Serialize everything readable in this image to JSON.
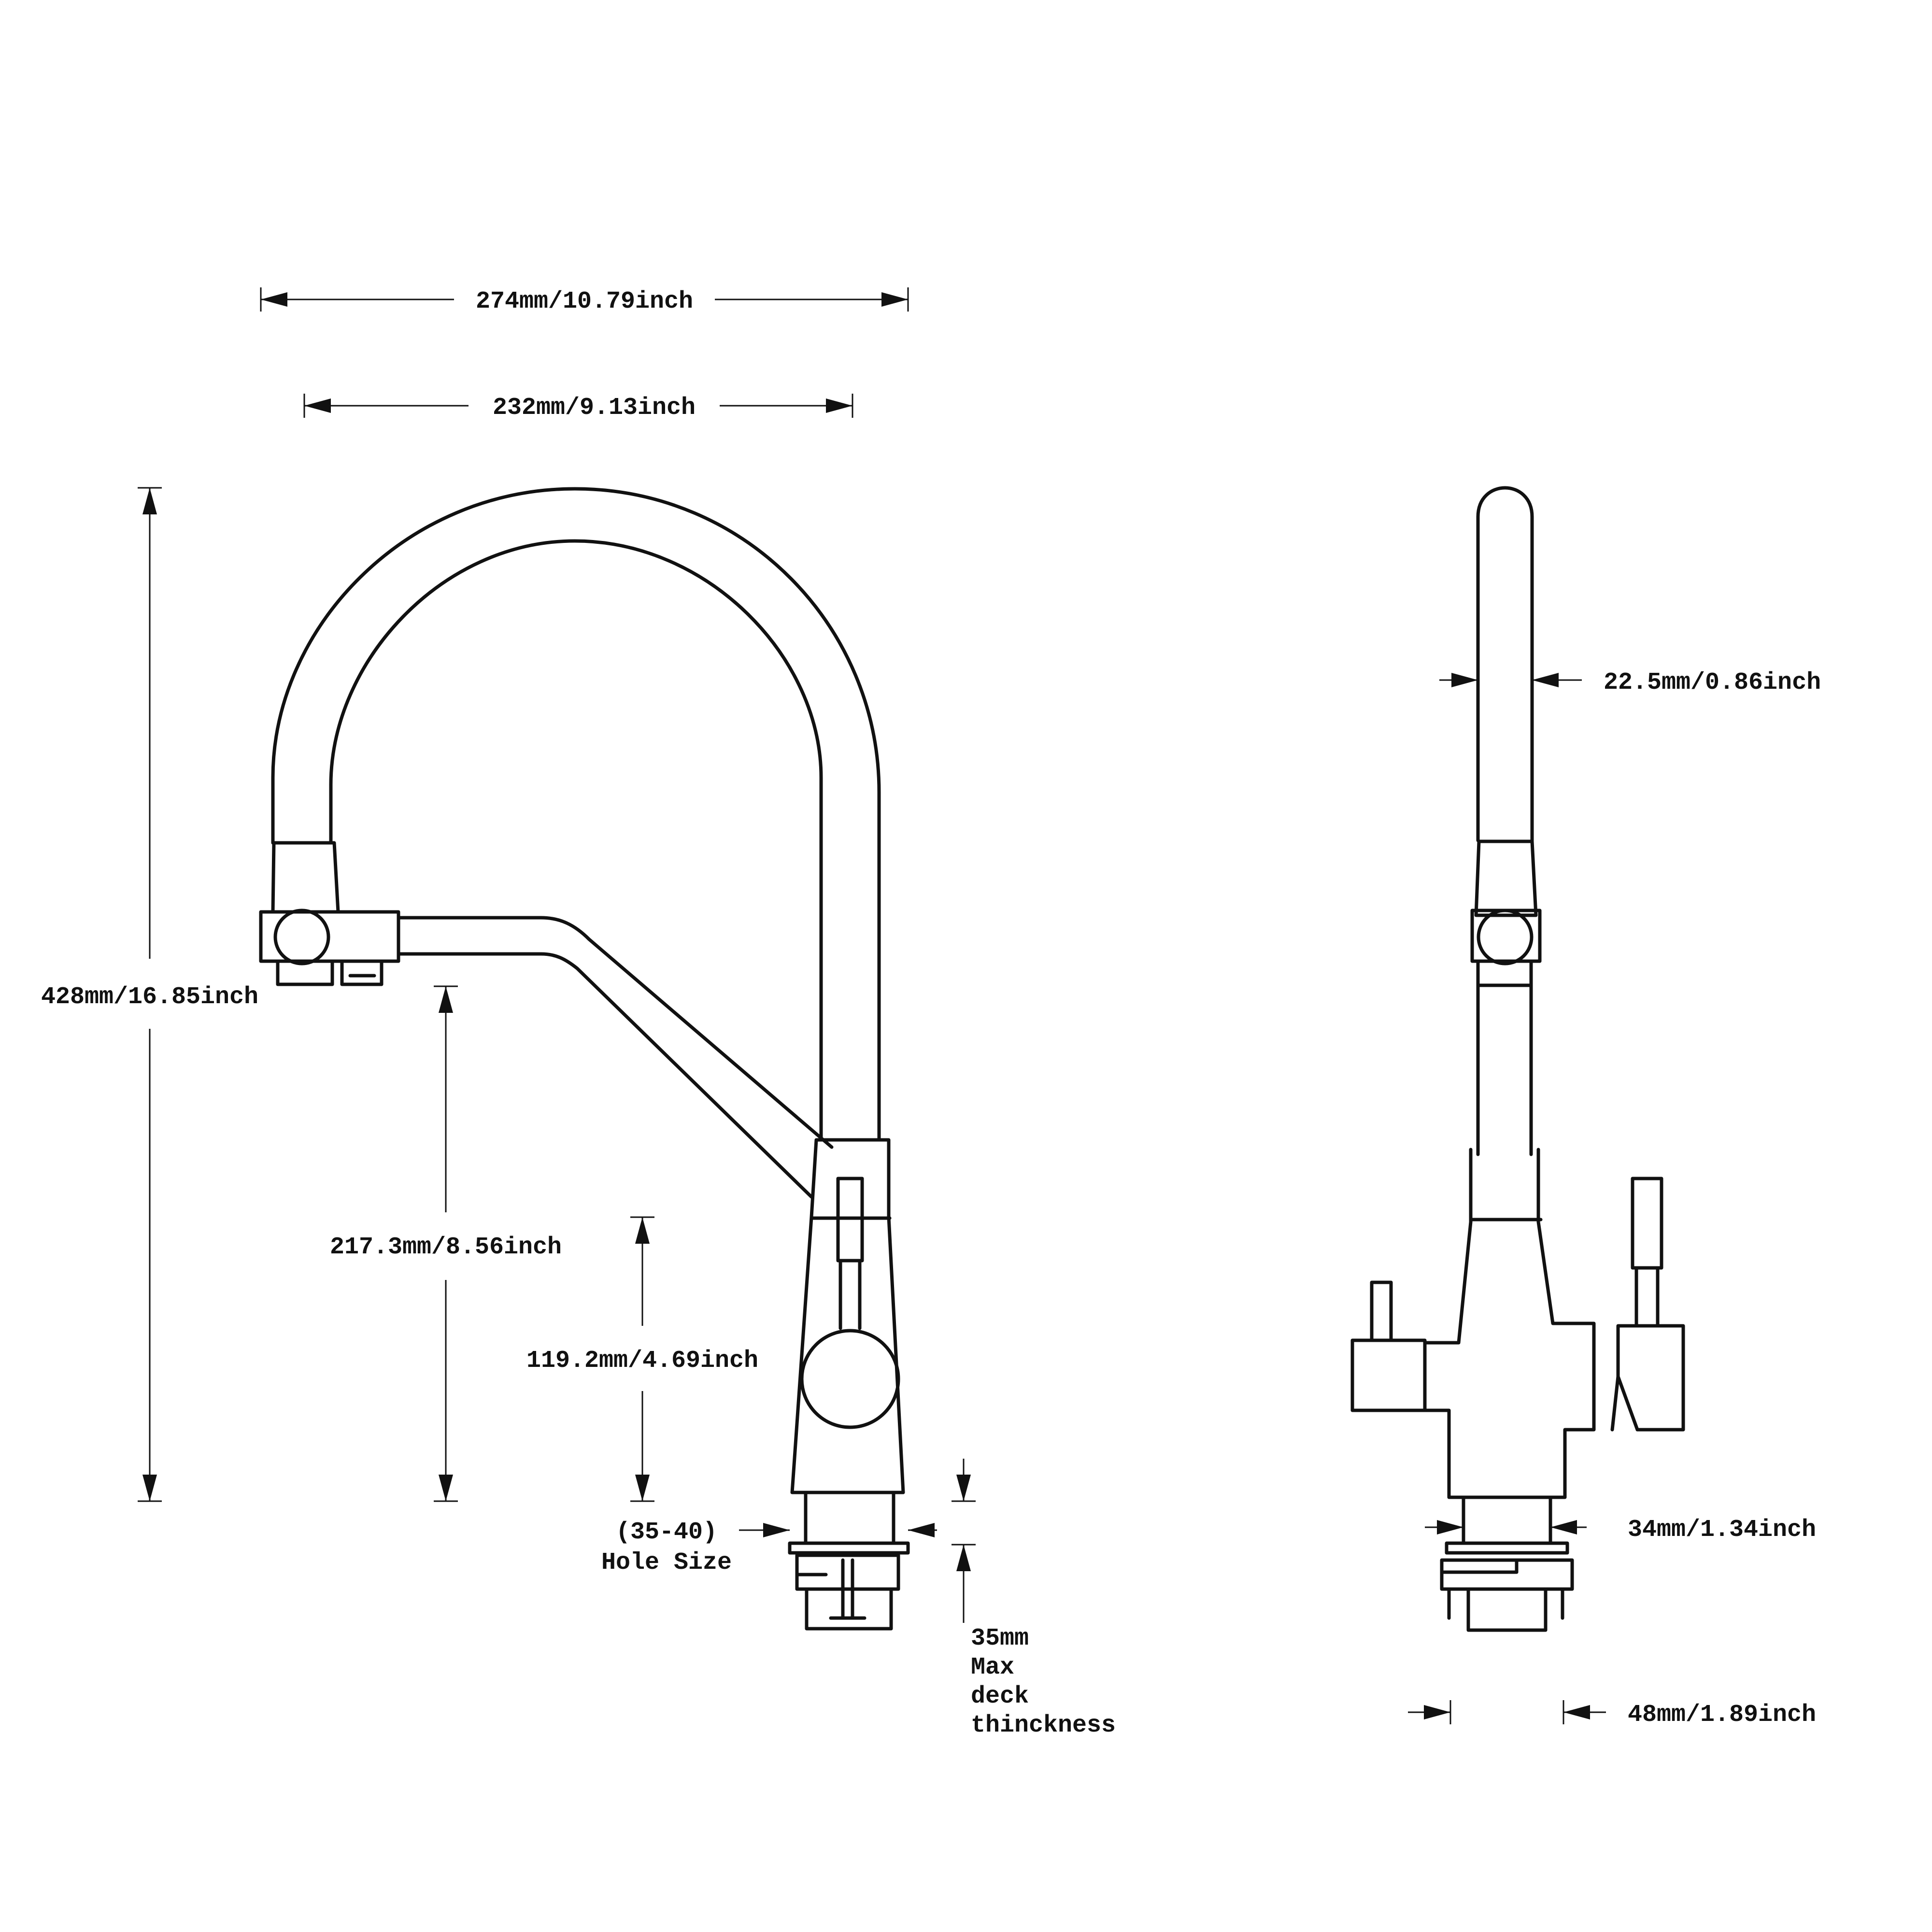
{
  "dimensions": {
    "overall_width": "274mm/10.79inch",
    "spout_reach": "232mm/9.13inch",
    "overall_height": "428mm/16.85inch",
    "spout_height": "217.3mm/8.56inch",
    "handle_height": "119.2mm/4.69inch",
    "hole_size_range": "(35-40)",
    "hole_size_label": "Hole Size",
    "deck_thickness_value": "35mm",
    "deck_thickness_line1": "Max",
    "deck_thickness_line2": "deck",
    "deck_thickness_line3": "thinckness",
    "spout_diameter": "22.5mm/0.86inch",
    "shank_diameter": "34mm/1.34inch",
    "base_diameter": "48mm/1.89inch"
  }
}
